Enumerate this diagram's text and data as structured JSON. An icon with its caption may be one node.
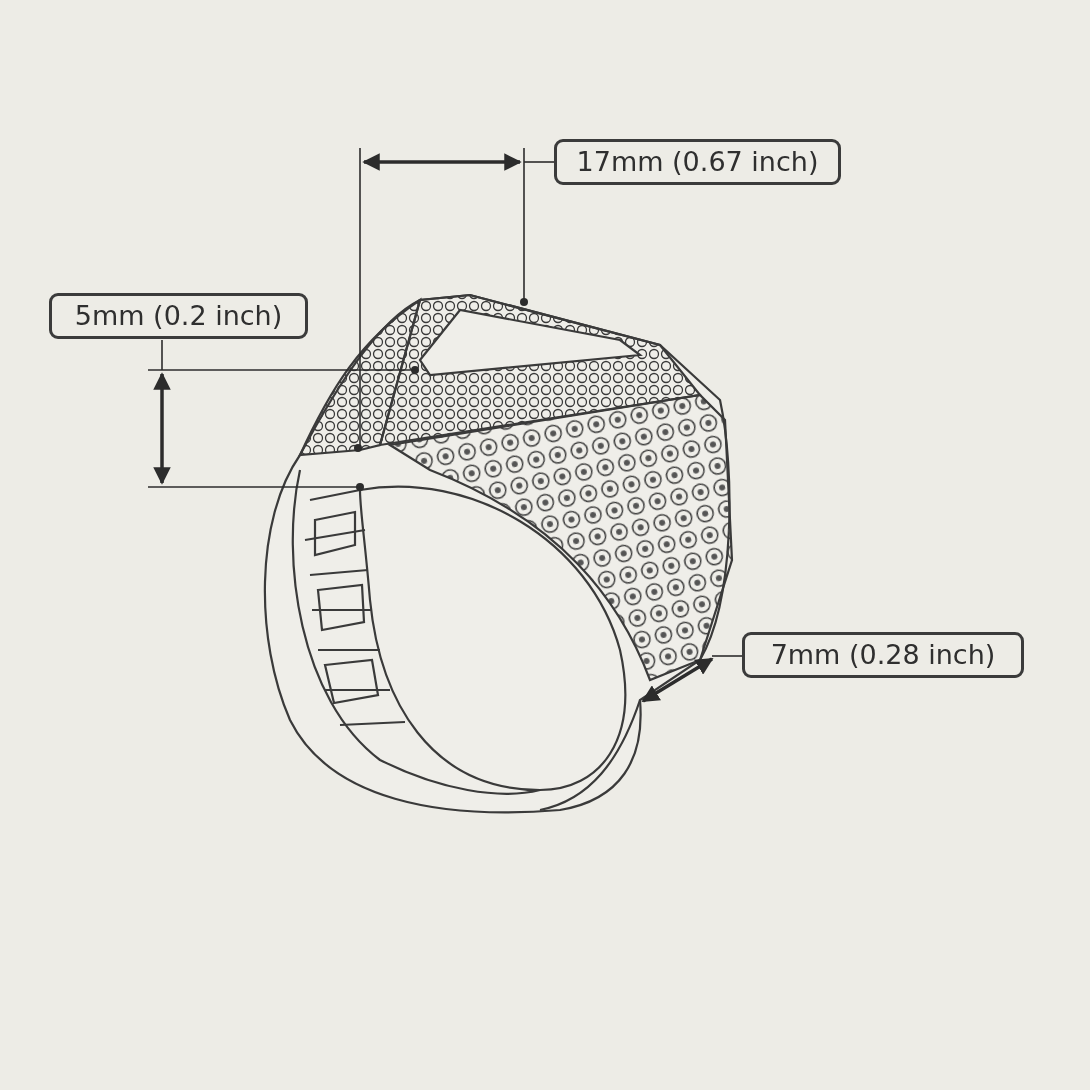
{
  "diagram": {
    "labels": [
      "17mm (0.67 inch)",
      "5mm (0.2 inch)",
      "7mm (0.28 inch)"
    ]
  }
}
